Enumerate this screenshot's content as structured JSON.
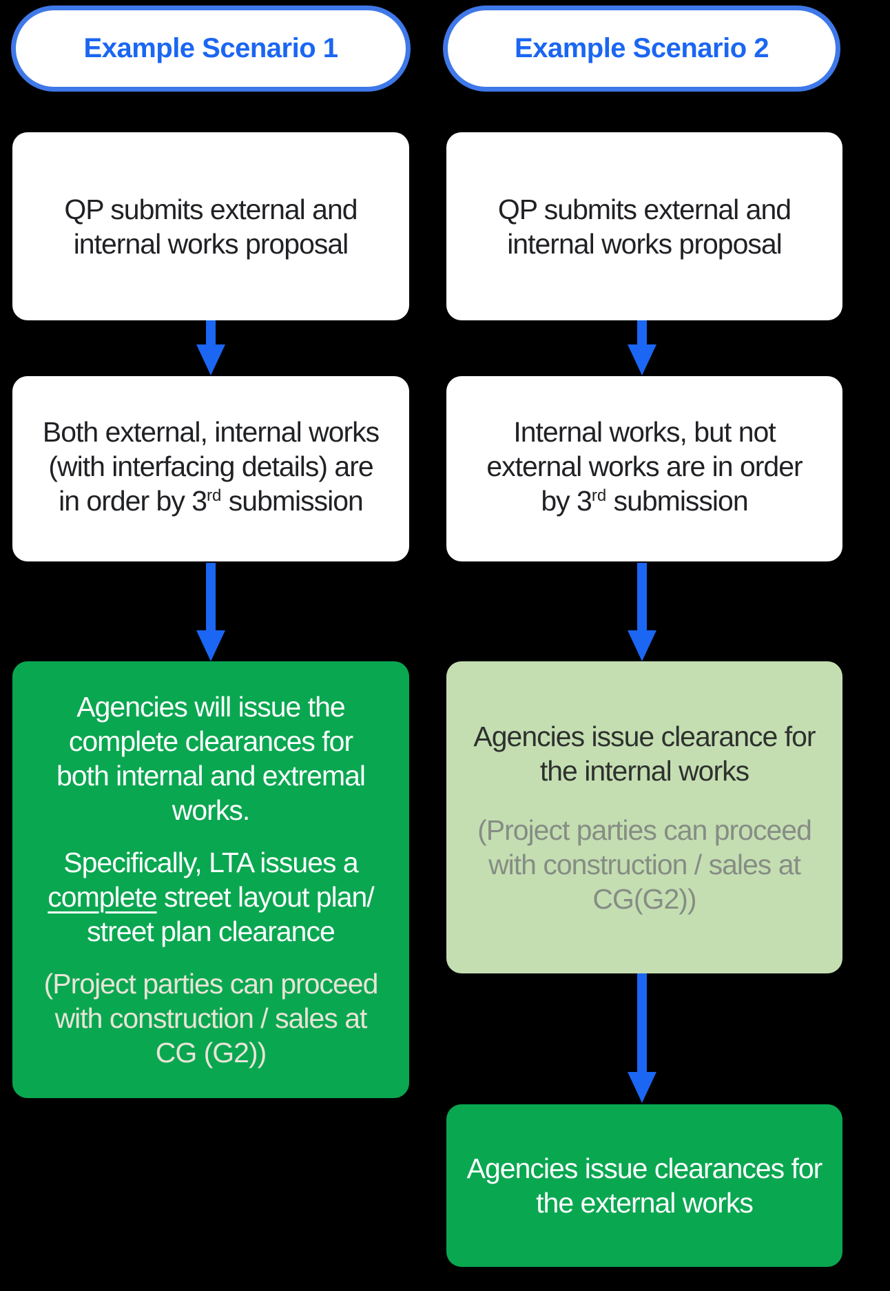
{
  "colors": {
    "blue": "#1b66f2",
    "pill_border": "#3f78e8",
    "green": "#0aa751",
    "light_green": "#c4deb2",
    "dark_text": "#202124",
    "gray_text": "#868d84",
    "cream_text": "#e9e4d7",
    "background": "#000000",
    "box_white": "#ffffff"
  },
  "scenario1": {
    "header": "Example Scenario 1",
    "step1": [
      "QP submits external and",
      "internal works proposal"
    ],
    "step2": {
      "line1": "Both external, internal works",
      "line2": "(with interfacing details) are",
      "line3_pre": "in order by 3",
      "line3_sup": "rd",
      "line3_post": " submission"
    },
    "outcome": {
      "p1": [
        "Agencies will issue the",
        "complete clearances for",
        "both internal and extremal",
        "works."
      ],
      "p2": {
        "line1": "Specifically, LTA issues a",
        "line2_underlined": "complete",
        "line2_rest": " street layout plan/",
        "line3": "street plan clearance"
      },
      "p3": [
        "(Project parties can proceed",
        "with construction / sales at",
        "CG (G2))"
      ]
    }
  },
  "scenario2": {
    "header": "Example Scenario 2",
    "step1": [
      "QP submits external and",
      "internal works proposal"
    ],
    "step2": {
      "line1": "Internal works, but not",
      "line2": "external works are in order",
      "line3_pre": "by 3",
      "line3_sup": "rd",
      "line3_post": " submission"
    },
    "outcome1": {
      "p1": [
        "Agencies issue clearance for",
        "the internal works"
      ],
      "p2": [
        "(Project parties can proceed",
        "with construction / sales at",
        "CG(G2))"
      ]
    },
    "outcome2": [
      "Agencies issue clearances for",
      "the external works"
    ]
  }
}
